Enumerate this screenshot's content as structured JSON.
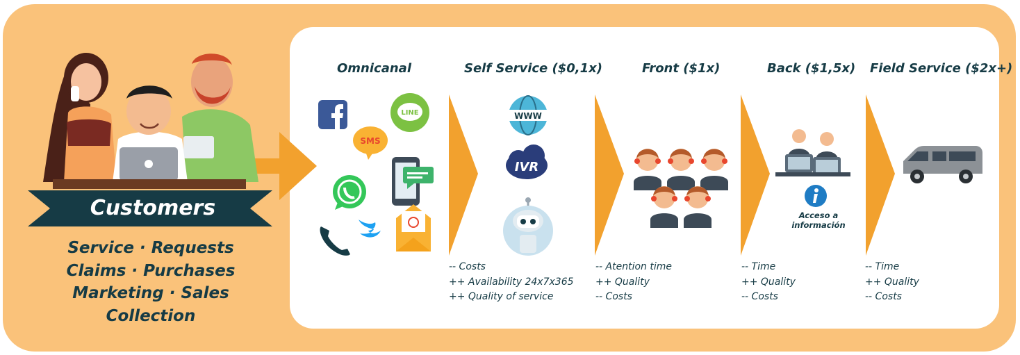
{
  "customers": {
    "banner": "Customers",
    "tags": [
      "Service · Requests",
      "Claims · Purchases",
      "Marketing · Sales",
      "Collection"
    ]
  },
  "stages": [
    {
      "title": "Omnicanal",
      "notes": []
    },
    {
      "title": "Self Service ($0,1x)",
      "notes": [
        "-- Costs",
        "++ Availability 24x7x365",
        "++ Quality of service"
      ]
    },
    {
      "title": "Front ($1x)",
      "notes": [
        "-- Atention time",
        "++ Quality",
        "-- Costs"
      ]
    },
    {
      "title": "Back ($1,5x)",
      "notes": [
        "-- Time",
        "++ Quality",
        "-- Costs"
      ]
    },
    {
      "title": "Field Service ($2x+)",
      "notes": [
        "-- Time",
        "++ Quality",
        "-- Costs"
      ]
    }
  ],
  "channel_icons": {
    "sms": "SMS",
    "line": "LINE",
    "www": "WWW",
    "ivr": "IVR"
  },
  "back_info": {
    "line1": "Acceso a",
    "line2": "información"
  },
  "colors": {
    "frame": "#fac27a",
    "arrow": "#f2a12e",
    "banner": "#163b45",
    "text": "#163b45"
  }
}
